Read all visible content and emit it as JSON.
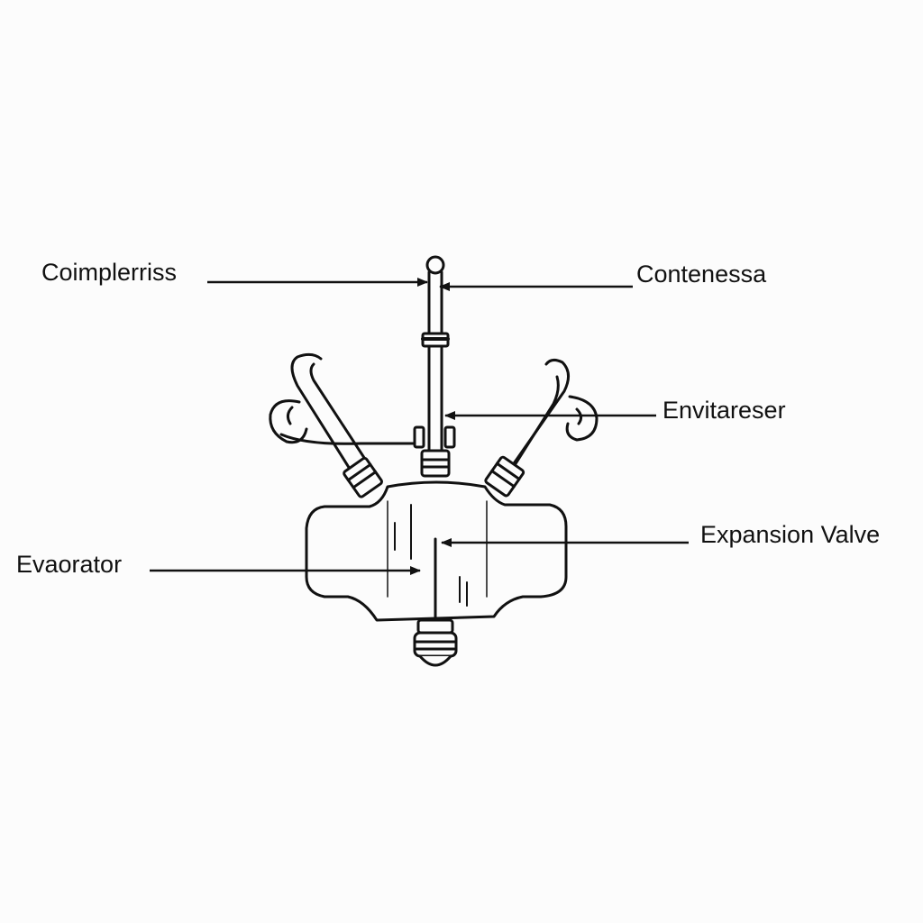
{
  "labels": {
    "compressor": "Coimplerriss",
    "condenser": "Contenessa",
    "envitareser": "Envitareser",
    "expansion_valve": "Expansion Valve",
    "evaporator": "Evaorator"
  },
  "colors": {
    "background": "#fcfcfc",
    "line": "#111111"
  }
}
